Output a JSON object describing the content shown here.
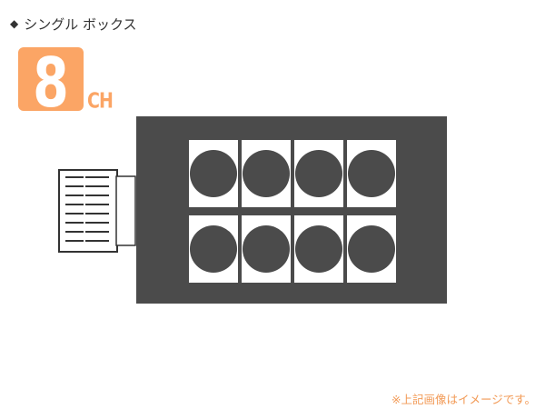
{
  "heading": {
    "marker": "◆",
    "title": "シングル ボックス"
  },
  "channels": {
    "count": "8",
    "unit": "CH",
    "badge_color": "#fba565"
  },
  "box": {
    "color": "#4b4b4b",
    "rows": 2,
    "sockets_per_row": 4
  },
  "connector": {
    "icon": "multi-pin-connector-icon",
    "pin_rows": 8
  },
  "note": "※上記画像はイメージです。"
}
